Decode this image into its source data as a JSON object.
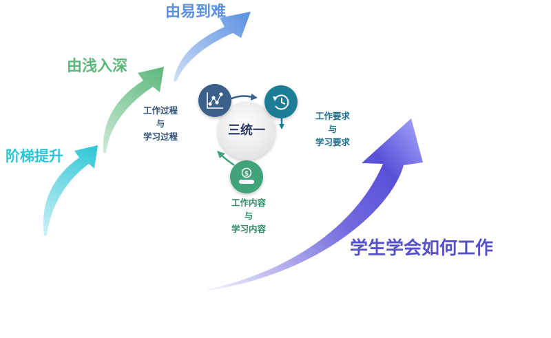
{
  "steps": [
    {
      "label": "阶梯提升",
      "color": "#2ec6d6"
    },
    {
      "label": "由浅入深",
      "color": "#5cb87a"
    },
    {
      "label": "由易到难",
      "color": "#5a90e0"
    }
  ],
  "center": {
    "label": "三统一",
    "color": "#2b3a66"
  },
  "nodes": [
    {
      "icon": "scatter-chart-icon",
      "color": "#3a6189"
    },
    {
      "icon": "history-clock-icon",
      "color": "#1c7d97"
    },
    {
      "icon": "money-person-icon",
      "color": "#41a37a"
    }
  ],
  "pairs": [
    {
      "top": "工作过程",
      "join": "与",
      "bottom": "学习过程",
      "color": "#2f4f73"
    },
    {
      "top": "工作要求",
      "join": "与",
      "bottom": "学习要求",
      "color": "#1d6e8a"
    },
    {
      "top": "工作内容",
      "join": "与",
      "bottom": "学习内容",
      "color": "#2b8a63"
    }
  ],
  "goal": {
    "label": "学生学会如何工作",
    "color": "#5651c9",
    "arrow_color": "#5a50d8"
  }
}
